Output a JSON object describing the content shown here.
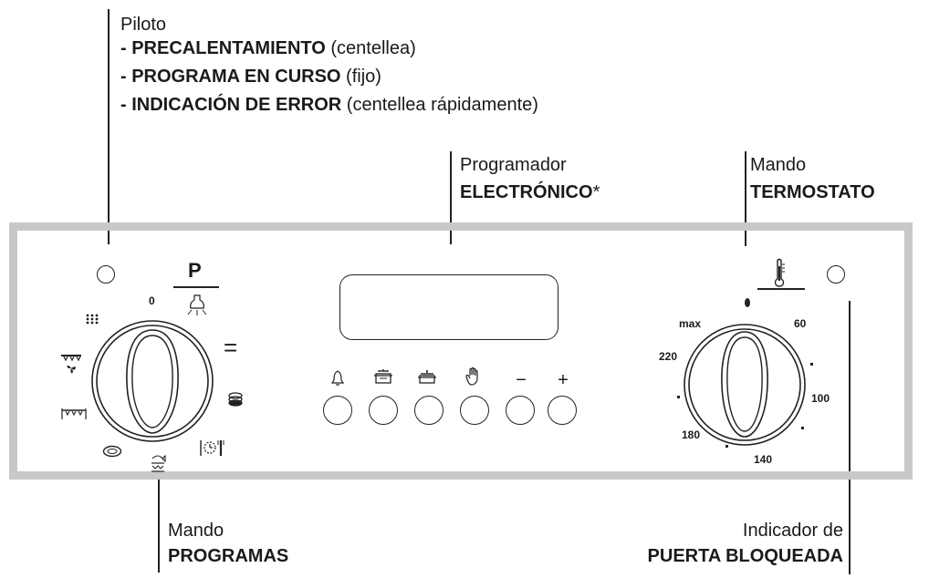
{
  "callouts": {
    "pilot": {
      "title": "Piloto",
      "lines": [
        {
          "bold": "- PRECALENTAMIENTO",
          "normal": " (centellea)"
        },
        {
          "bold": "- PROGRAMA EN CURSO",
          "normal": " (fijo)"
        },
        {
          "bold": "- INDICACIÓN DE ERROR",
          "normal": " (centellea rápidamente)"
        }
      ]
    },
    "programmer": {
      "title": "Programador",
      "bold": "ELECTRÓNICO",
      "suffix": "*"
    },
    "thermostat": {
      "title": "Mando",
      "bold": "TERMOSTATO"
    },
    "programs": {
      "title": "Mando",
      "bold": "PROGRAMAS"
    },
    "door": {
      "title": "Indicador de",
      "bold": "PUERTA BLOQUEADA"
    }
  },
  "program_knob": {
    "top_letter": "P",
    "zero_label": "0",
    "equals_symbol": "="
  },
  "buttons": [
    {
      "name": "bell",
      "icon": "bell-icon"
    },
    {
      "name": "cook-duration",
      "icon": "pot-duration-icon"
    },
    {
      "name": "cook-end",
      "icon": "pot-end-icon"
    },
    {
      "name": "hand",
      "icon": "hand-icon"
    },
    {
      "name": "minus",
      "symbol": "−"
    },
    {
      "name": "plus",
      "symbol": "+"
    }
  ],
  "thermostat_knob": {
    "labels": {
      "max": "max",
      "t60": "60",
      "t100": "100",
      "t140": "140",
      "t180": "180",
      "t220": "220"
    }
  },
  "colors": {
    "panel_border": "#c8c8c8",
    "line": "#222222"
  }
}
